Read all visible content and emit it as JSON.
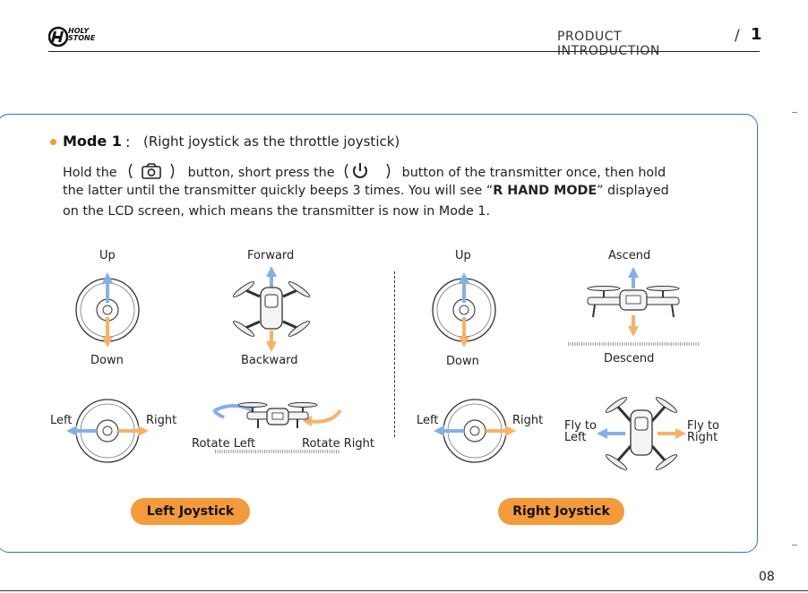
{
  "header": {
    "brand_line1": "HOLY",
    "brand_line2": "STONE",
    "section_title": "PRODUCT INTRODUCTION",
    "slash": "/",
    "section_number": "1"
  },
  "mode": {
    "title": "Mode 1",
    "colon": ":",
    "subtitle": "(Right joystick as the throttle joystick)"
  },
  "instructions": {
    "l1_a": "Hold the",
    "l1_b": "button, short press the",
    "l1_c": "button of the transmitter once, then hold",
    "l2_a": "the latter until the transmitter quickly beeps 3 times. You will see “",
    "l2_bold": "R HAND MODE",
    "l2_b": "” displayed",
    "l3": "on the LCD screen, which means the transmitter is now in Mode 1."
  },
  "left_joystick": {
    "up": "Up",
    "down": "Down",
    "left": "Left",
    "right": "Right",
    "forward": "Forward",
    "backward": "Backward",
    "rotate_left": "Rotate Left",
    "rotate_right": "Rotate Right",
    "label": "Left Joystick"
  },
  "right_joystick": {
    "up": "Up",
    "down": "Down",
    "left": "Left",
    "right": "Right",
    "ascend": "Ascend",
    "descend": "Descend",
    "fly_left_1": "Fly to",
    "fly_left_2": "Left",
    "fly_right_1": "Fly to",
    "fly_right_2": "Right",
    "label": "Right Joystick"
  },
  "page_number": "08",
  "colors": {
    "accent_orange": "#f39a3a",
    "accent_blue": "#6a9bd8",
    "frame_blue": "#3d6fb6"
  },
  "icons": [
    "holy-stone-logo-icon",
    "camera-icon",
    "power-icon",
    "joystick-icon",
    "drone-icon",
    "arrow-icon"
  ]
}
